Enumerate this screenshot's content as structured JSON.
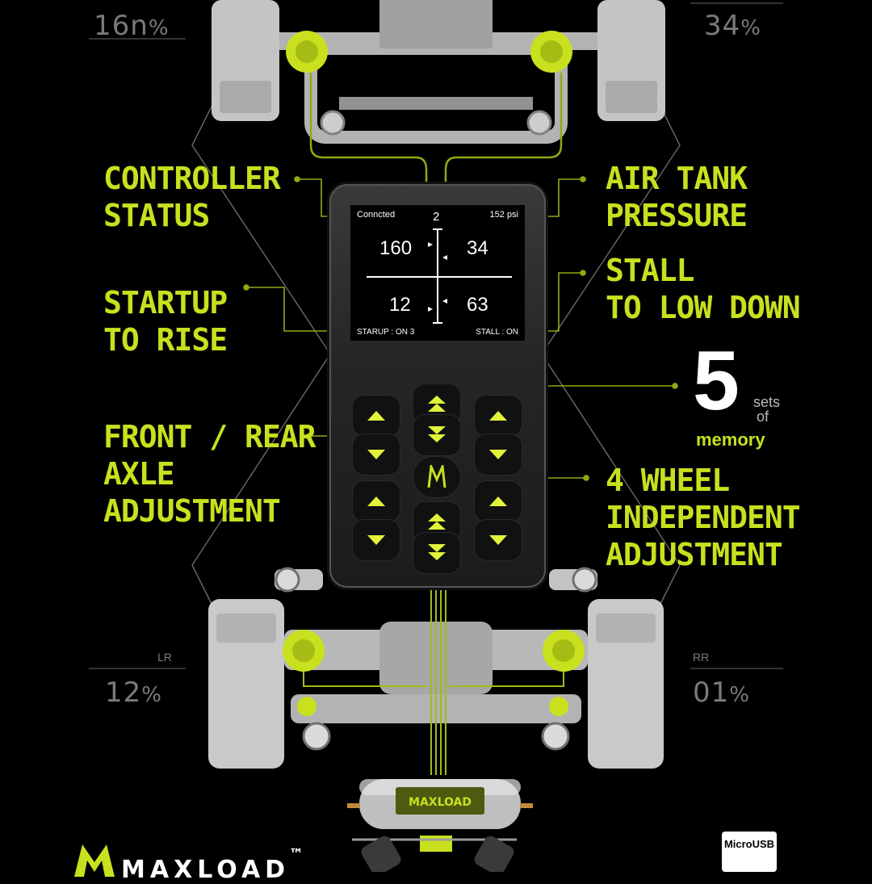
{
  "colors": {
    "accent": "#c8e01e",
    "background": "#000000",
    "chassis": "#d8d8d8",
    "gauge_text": "#7a7a7a"
  },
  "callouts": {
    "controller_status": "CONTROLLER\nSTATUS",
    "air_tank_pressure": "AIR TANK\nPRESSURE",
    "startup_to_rise": "STARTUP\nTO RISE",
    "stall_to_low_down": "STALL\nTO LOW DOWN",
    "front_rear_axle": "FRONT / REAR\nAXLE\nADJUSTMENT",
    "four_wheel": "4 WHEEL\nINDEPENDENT\nADJUSTMENT"
  },
  "memory": {
    "number": "5",
    "sets": "sets",
    "of": "of",
    "memory": "memory"
  },
  "wheels": {
    "front_left": {
      "value": "16n",
      "unit": "%"
    },
    "front_right": {
      "value": "34",
      "unit": "%"
    },
    "rear_left": {
      "label": "LR",
      "value": "12",
      "unit": "%"
    },
    "rear_right": {
      "label": "RR",
      "value": "01",
      "unit": "%"
    }
  },
  "screen": {
    "status": "Conncted",
    "memory_slot": "2",
    "pressure": "152 psi",
    "fl": "160",
    "fr": "34",
    "rl": "12",
    "rr": "63",
    "startup": "STARUP : ON 3",
    "stall": "STALL : ON"
  },
  "controller_buttons": [
    {
      "name": "front-left-up-button",
      "icon": "up-arrow-icon"
    },
    {
      "name": "front-both-up-button",
      "icon": "double-up-arrow-icon"
    },
    {
      "name": "front-right-up-button",
      "icon": "up-arrow-icon"
    },
    {
      "name": "front-left-down-button",
      "icon": "down-arrow-icon"
    },
    {
      "name": "front-both-down-button",
      "icon": "double-down-arrow-icon"
    },
    {
      "name": "front-right-down-button",
      "icon": "down-arrow-icon"
    },
    {
      "name": "memory-button",
      "icon": "m-logo-icon"
    },
    {
      "name": "rear-left-up-button",
      "icon": "up-arrow-icon"
    },
    {
      "name": "rear-both-up-button",
      "icon": "double-up-arrow-icon"
    },
    {
      "name": "rear-right-up-button",
      "icon": "up-arrow-icon"
    },
    {
      "name": "rear-left-down-button",
      "icon": "down-arrow-icon"
    },
    {
      "name": "rear-both-down-button",
      "icon": "double-down-arrow-icon"
    },
    {
      "name": "rear-right-down-button",
      "icon": "down-arrow-icon"
    }
  ],
  "tank_label": "MAXLOAD",
  "brand": {
    "name": "MAXLOAD",
    "tm": "™"
  },
  "usb_label": "MicroUSB"
}
